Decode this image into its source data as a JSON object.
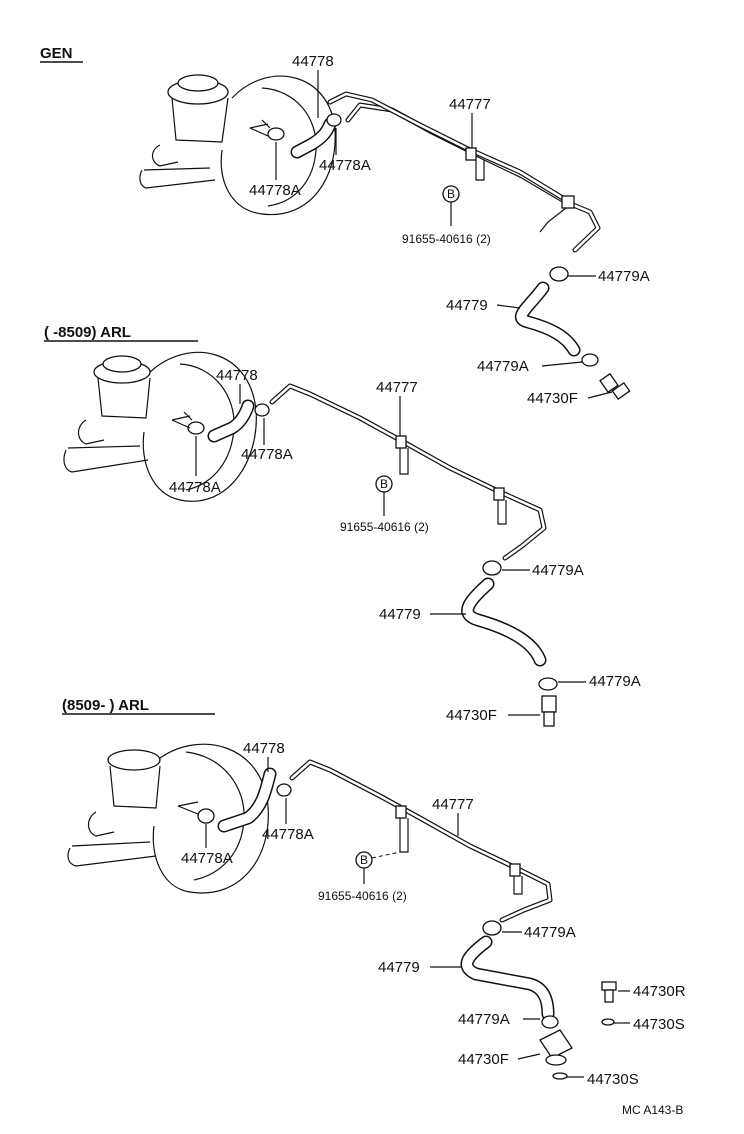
{
  "sections": [
    {
      "header": "GEN",
      "labels": {
        "hose": "44778",
        "clip_left": "44778A",
        "clip_right": "44778A",
        "pipe": "44777",
        "bolt_ref": "91655-40616 (2)",
        "clip_upper": "44779A",
        "lower_hose": "44779",
        "clip_lower": "44779A",
        "valve": "44730F"
      }
    },
    {
      "header": "(      -8509) ARL",
      "labels": {
        "hose": "44778",
        "clip_left": "44778A",
        "clip_right": "44778A",
        "pipe": "44777",
        "bolt_ref": "91655-40616 (2)",
        "clip_upper": "44779A",
        "lower_hose": "44779",
        "clip_lower": "44779A",
        "valve": "44730F"
      }
    },
    {
      "header": "(8509-       ) ARL",
      "labels": {
        "hose": "44778",
        "clip_left": "44778A",
        "clip_right": "44778A",
        "pipe": "44777",
        "bolt_ref": "91655-40616 (2)",
        "clip_upper": "44779A",
        "lower_hose": "44779",
        "clip_lower": "44779A",
        "valve": "44730F",
        "union_bolt": "44730R",
        "gasket_upper": "44730S",
        "gasket_lower": "44730S"
      }
    }
  ],
  "bolt_symbol": "B",
  "footer": "MC  A143-B"
}
